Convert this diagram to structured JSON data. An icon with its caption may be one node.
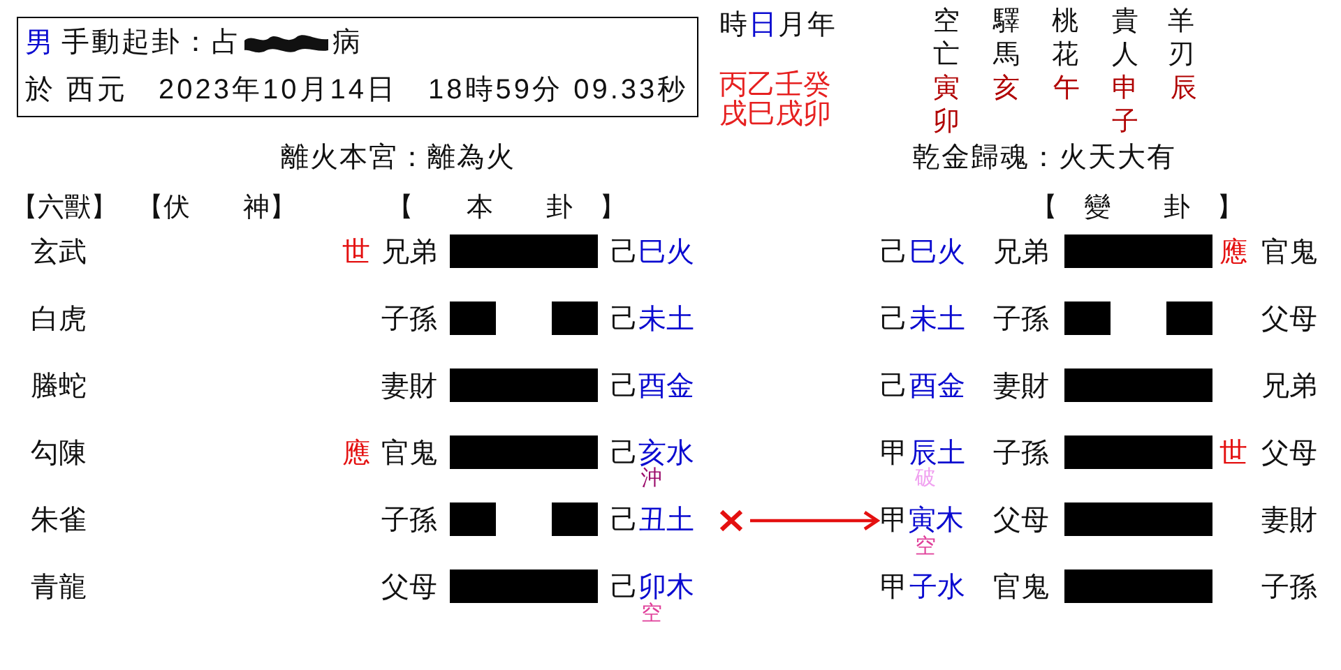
{
  "diagram": {
    "nodes": [
      {
        "text": [
          "男",
          "手動起卦：占",
          "病",
          "於 西元　2023年10月14日　18時59分 09.33秒"
        ]
      },
      {
        "text": [],
        "shape": "cross"
      },
      {
        "text": [
          "甲",
          "寅木"
        ],
        "beside": [
          "空"
        ]
      }
    ],
    "edges": [
      {
        "from": 1,
        "to": 2,
        "arrow": "to"
      }
    ],
    "labels": [
      "時",
      "日",
      "月",
      "年",
      "丙乙壬癸",
      "戌巳戌卯",
      "空亡",
      "驛馬",
      "桃花",
      "貴人",
      "羊刃",
      "寅卯",
      "亥",
      "午",
      "申子",
      "辰",
      "離火本宮：離為火",
      "乾金歸魂：火天大有",
      "【六獸】",
      "【伏　　神】",
      "【　　本　　卦　】",
      "【　變　　卦　】",
      "玄武",
      "世",
      "兄弟",
      "己",
      "巳火",
      "己",
      "巳火",
      "兄弟",
      "應",
      "官鬼",
      "白虎",
      "子孫",
      "己",
      "未土",
      "己",
      "未土",
      "子孫",
      "父母",
      "螣蛇",
      "妻財",
      "己",
      "酉金",
      "己",
      "酉金",
      "妻財",
      "兄弟",
      "勾陳",
      "應",
      "官鬼",
      "己",
      "亥水",
      "甲",
      "辰土",
      "子孫",
      "世",
      "父母",
      "沖",
      "破",
      "朱雀",
      "子孫",
      "己",
      "丑土",
      "父母",
      "妻財",
      "青龍",
      "父母",
      "己",
      "卯木",
      "甲",
      "子水",
      "官鬼",
      "子孫",
      "空"
    ]
  }
}
